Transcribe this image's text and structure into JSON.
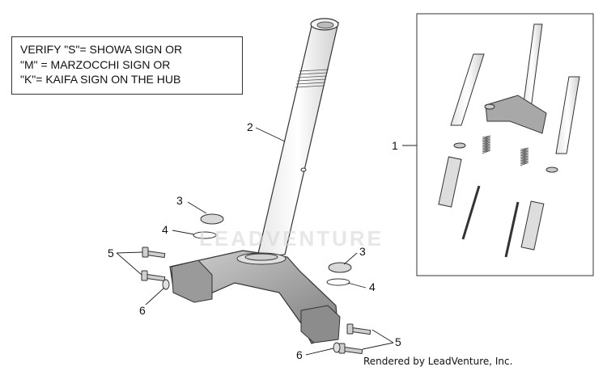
{
  "note": {
    "line1": "VERIFY \"S\"= SHOWA SIGN OR",
    "line2": "\"M\" = MARZOCCHI SIGN OR",
    "line3": "\"K\"= KAIFA SIGN ON THE HUB"
  },
  "callouts": {
    "c1": "1",
    "c2": "2",
    "c3a": "3",
    "c3b": "3",
    "c4a": "4",
    "c4b": "4",
    "c5a": "5",
    "c5b": "5",
    "c6a": "6",
    "c6b": "6"
  },
  "watermark": "LEADVENTURE",
  "footer": "Rendered by LeadVenture, Inc."
}
